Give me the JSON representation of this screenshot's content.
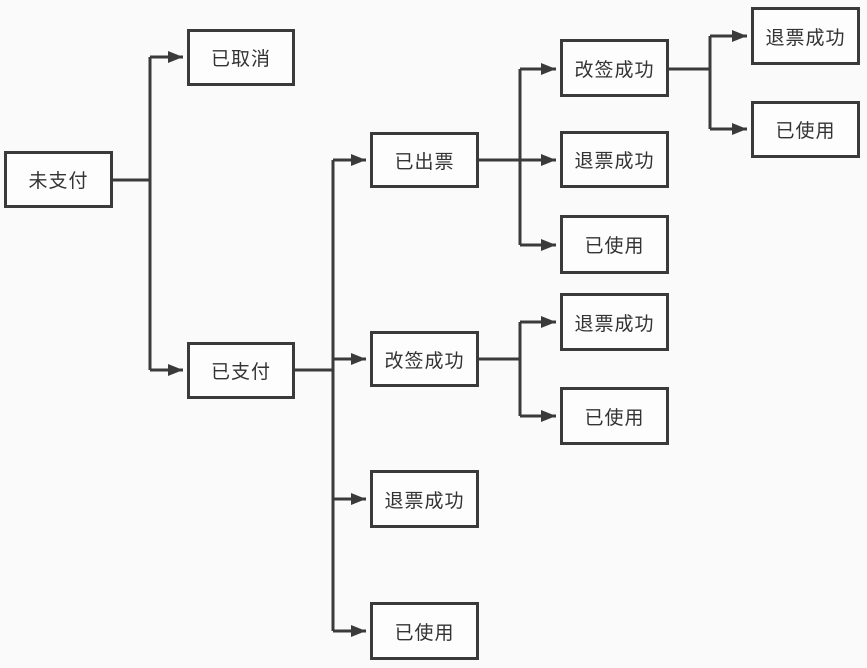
{
  "diagram": {
    "type": "flowchart",
    "direction": "left-to-right",
    "colors": {
      "background": "#fafafa",
      "node_fill": "#fdfdfd",
      "node_border": "#3a3a3a",
      "connector": "#3a3a3a",
      "text": "#333333"
    },
    "nodes": [
      {
        "id": "unpaid",
        "label": "未支付"
      },
      {
        "id": "cancelled",
        "label": "已取消"
      },
      {
        "id": "paid",
        "label": "已支付"
      },
      {
        "id": "ticketed",
        "label": "已出票"
      },
      {
        "id": "rebook-success-top",
        "label": "改签成功"
      },
      {
        "id": "refund-success-c3",
        "label": "退票成功"
      },
      {
        "id": "used-c3",
        "label": "已使用"
      },
      {
        "id": "rebook-success-mid",
        "label": "改签成功"
      },
      {
        "id": "refund-success-mid",
        "label": "退票成功"
      },
      {
        "id": "used-mid",
        "label": "已使用"
      },
      {
        "id": "refund-success-paid",
        "label": "退票成功"
      },
      {
        "id": "used-paid",
        "label": "已使用"
      },
      {
        "id": "refund-success-far",
        "label": "退票成功"
      },
      {
        "id": "used-far",
        "label": "已使用"
      }
    ],
    "edges": [
      {
        "from": "unpaid",
        "to": "cancelled"
      },
      {
        "from": "unpaid",
        "to": "paid"
      },
      {
        "from": "paid",
        "to": "ticketed"
      },
      {
        "from": "paid",
        "to": "rebook-success-mid"
      },
      {
        "from": "paid",
        "to": "refund-success-paid"
      },
      {
        "from": "paid",
        "to": "used-paid"
      },
      {
        "from": "ticketed",
        "to": "rebook-success-top"
      },
      {
        "from": "ticketed",
        "to": "refund-success-c3"
      },
      {
        "from": "ticketed",
        "to": "used-c3"
      },
      {
        "from": "rebook-success-top",
        "to": "refund-success-far"
      },
      {
        "from": "rebook-success-top",
        "to": "used-far"
      },
      {
        "from": "rebook-success-mid",
        "to": "refund-success-mid"
      },
      {
        "from": "rebook-success-mid",
        "to": "used-mid"
      }
    ]
  }
}
